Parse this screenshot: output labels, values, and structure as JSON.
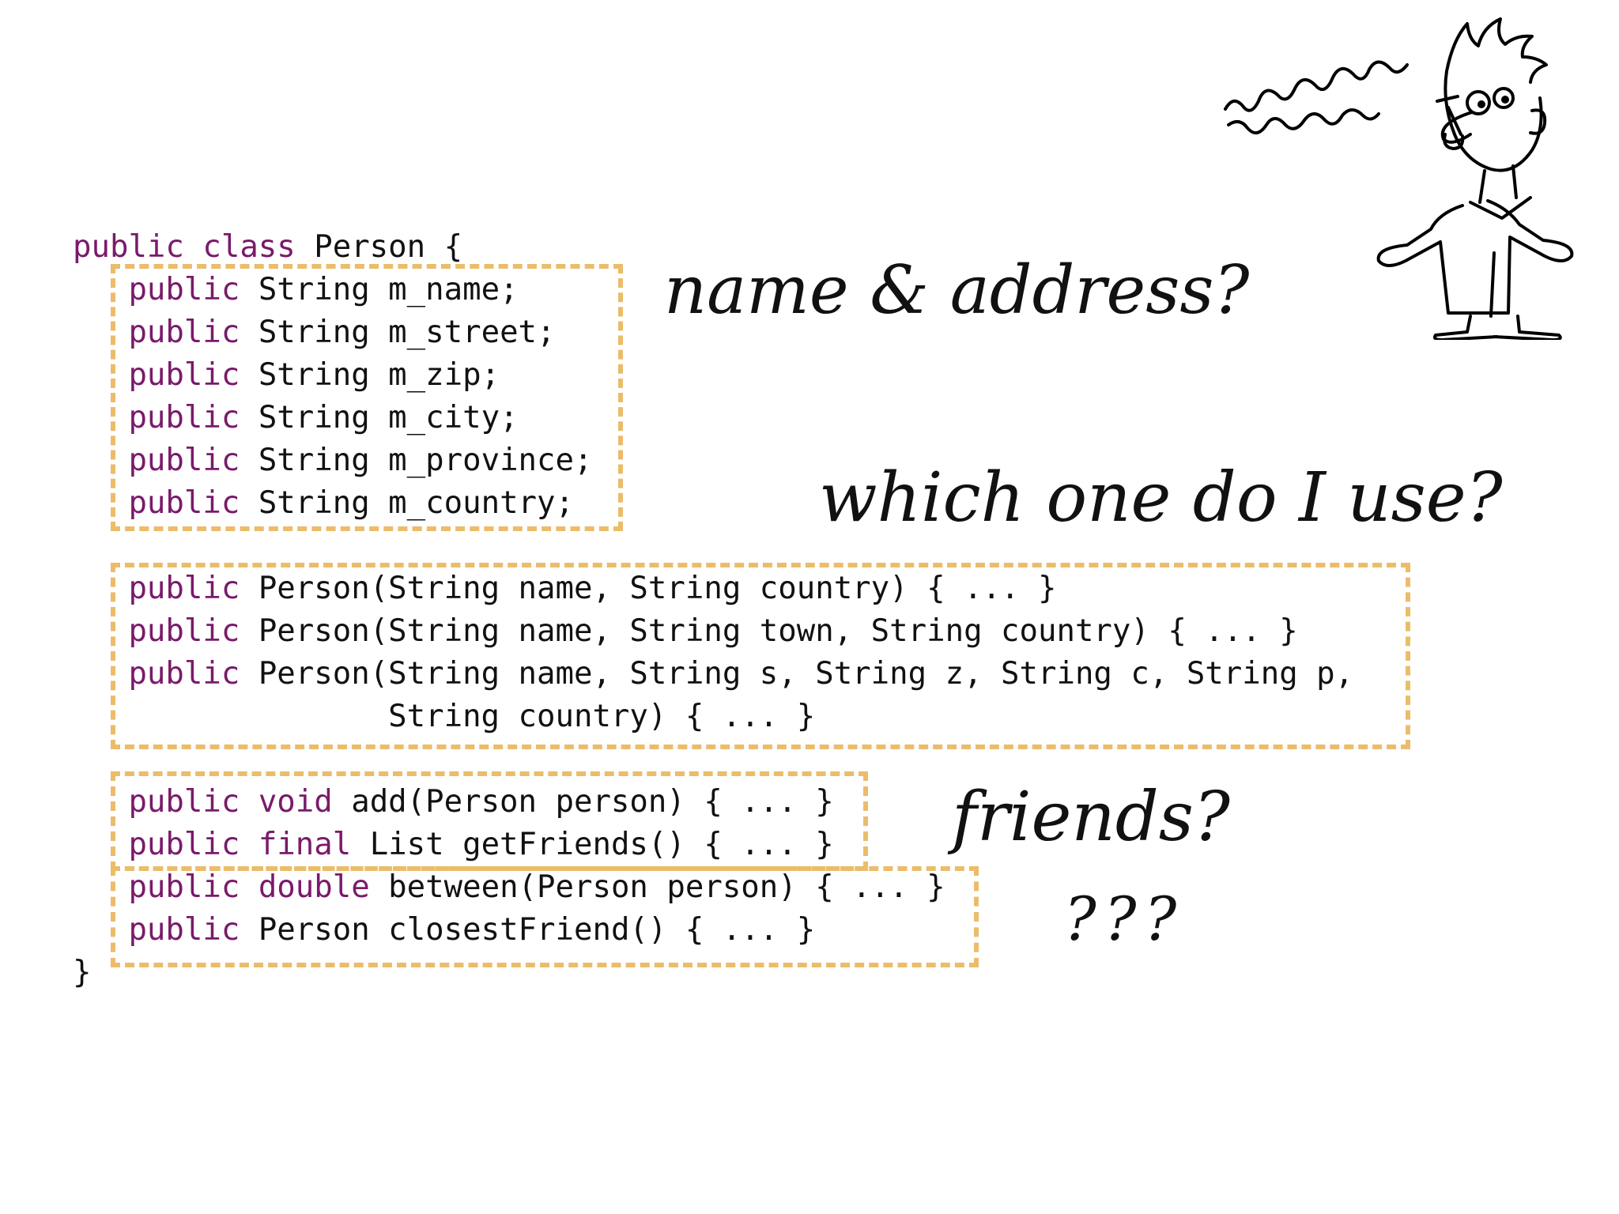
{
  "code": {
    "lines": [
      [
        {
          "t": "public class",
          "k": 1
        },
        {
          "t": " Person {",
          "k": 0
        }
      ],
      [
        {
          "t": "   "
        },
        {
          "t": "public",
          "k": 1
        },
        {
          "t": " String m_name;"
        }
      ],
      [
        {
          "t": "   "
        },
        {
          "t": "public",
          "k": 1
        },
        {
          "t": " String m_street;"
        }
      ],
      [
        {
          "t": "   "
        },
        {
          "t": "public",
          "k": 1
        },
        {
          "t": " String m_zip;"
        }
      ],
      [
        {
          "t": "   "
        },
        {
          "t": "public",
          "k": 1
        },
        {
          "t": " String m_city;"
        }
      ],
      [
        {
          "t": "   "
        },
        {
          "t": "public",
          "k": 1
        },
        {
          "t": " String m_province;"
        }
      ],
      [
        {
          "t": "   "
        },
        {
          "t": "public",
          "k": 1
        },
        {
          "t": " String m_country;"
        }
      ],
      [
        {
          "t": " "
        }
      ],
      [
        {
          "t": "   "
        },
        {
          "t": "public",
          "k": 1
        },
        {
          "t": " Person(String name, String country) { ... }"
        }
      ],
      [
        {
          "t": "   "
        },
        {
          "t": "public",
          "k": 1
        },
        {
          "t": " Person(String name, String town, String country) { ... }"
        }
      ],
      [
        {
          "t": "   "
        },
        {
          "t": "public",
          "k": 1
        },
        {
          "t": " Person(String name, String s, String z, String c, String p,"
        }
      ],
      [
        {
          "t": "                 String country) { ... }"
        }
      ],
      [
        {
          "t": " "
        }
      ],
      [
        {
          "t": "   "
        },
        {
          "t": "public void",
          "k": 1
        },
        {
          "t": " add(Person person) { ... }"
        }
      ],
      [
        {
          "t": "   "
        },
        {
          "t": "public final",
          "k": 1
        },
        {
          "t": " List getFriends() { ... }"
        }
      ],
      [
        {
          "t": "   "
        },
        {
          "t": "public double",
          "k": 1
        },
        {
          "t": " between(Person person) { ... }"
        }
      ],
      [
        {
          "t": "   "
        },
        {
          "t": "public",
          "k": 1
        },
        {
          "t": " Person closestFriend() { ... }"
        }
      ],
      [
        {
          "t": "}"
        }
      ]
    ]
  },
  "notes": {
    "name_address": "name & address?",
    "which_one": "which one do I use?",
    "friends": "friends?",
    "qqq": "???"
  },
  "colors": {
    "keyword": "#7a1a6b",
    "highlight_border": "#ebbc6a",
    "text": "#111111"
  },
  "illustration": "confused-man-smoking-pipe-cartoon"
}
